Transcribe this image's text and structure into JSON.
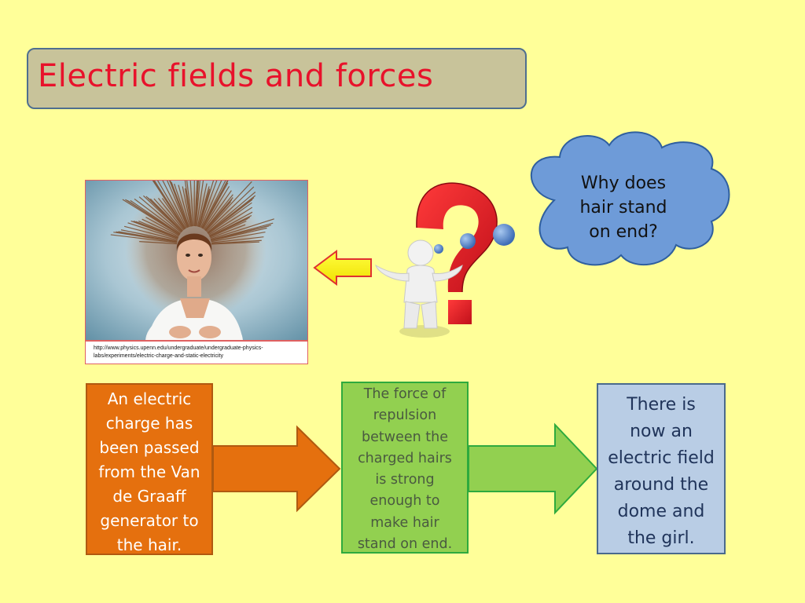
{
  "title": "Electric fields and forces",
  "photo_caption": "http://www.physics.upenn.edu/undergraduate/undergraduate-physics-labs/experiments/electric-charge-and-static-electricity",
  "cloud": {
    "lines": [
      "Why does",
      "hair stand",
      "on end?"
    ]
  },
  "boxes": [
    {
      "lines": [
        "An electric",
        "charge has",
        "been passed",
        "from the Van",
        "de Graaff",
        "generator to",
        "the hair."
      ]
    },
    {
      "lines": [
        "The force of",
        "repulsion",
        "between the",
        "charged hairs",
        "is strong",
        "enough to",
        "make hair",
        "stand on end."
      ]
    },
    {
      "lines": [
        "There is",
        "now an",
        "electric field",
        "around the",
        "dome and",
        "the girl."
      ]
    }
  ],
  "colors": {
    "background": "#ffff99",
    "title_text": "#e8122b",
    "box1": "#e5700e",
    "box2": "#92d050",
    "box3": "#b9cde5",
    "cloud": "#6e9bd8",
    "question_mark": "#e0202a"
  }
}
